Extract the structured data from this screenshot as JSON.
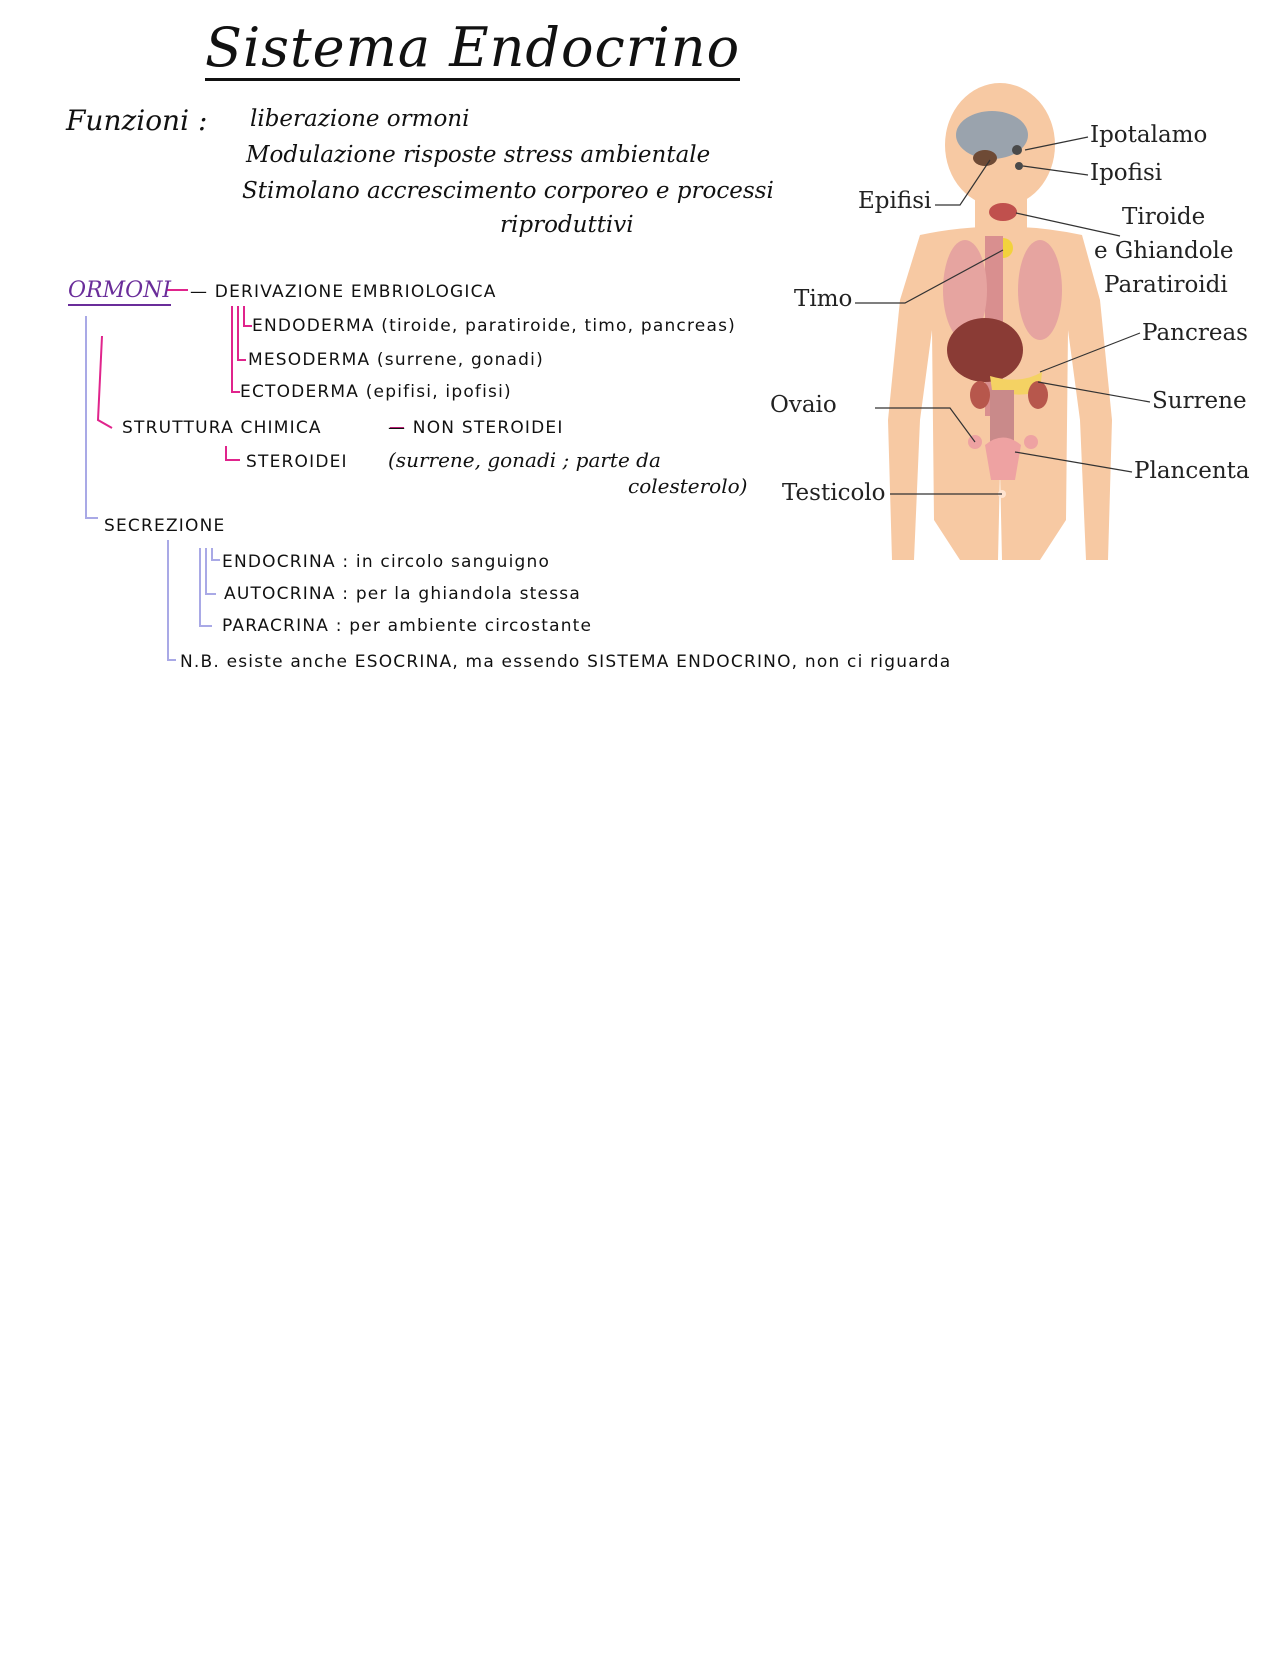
{
  "title": "Sistema Endocrino",
  "funzioni": {
    "label": "Funzioni :",
    "items": [
      "liberazione ormoni",
      "Modulazione risposte stress ambientale",
      "Stimolano accrescimento corporeo e processi",
      "riproduttivi"
    ]
  },
  "ormoni": {
    "label": "ORMONI",
    "derivazione": {
      "label": "— DERIVAZIONE EMBRIOLOGICA",
      "items": [
        "ENDODERMA (tiroide, paratiroide, timo, pancreas)",
        "MESODERMA (surrene, gonadi)",
        "ECTODERMA (epifisi, ipofisi)"
      ]
    },
    "struttura": {
      "label": "STRUTTURA CHIMICA",
      "non_steroidei": "— NON STEROIDEI",
      "steroidei_label": "STEROIDEI",
      "steroidei_note": "(surrene, gonadi ; parte da",
      "steroidei_note2": "colesterolo)"
    },
    "secrezione": {
      "label": "SECREZIONE",
      "items": [
        "ENDOCRINA : in circolo sanguigno",
        "AUTOCRINA : per la ghiandola stessa",
        "PARACRINA : per ambiente circostante"
      ],
      "nb": "N.B. esiste anche ESOCRINA, ma essendo SISTEMA ENDOCRINO, non ci riguarda"
    }
  },
  "figure": {
    "labels": {
      "ipotalamo": "Ipotalamo",
      "ipofisi": "Ipofisi",
      "epifisi": "Epifisi",
      "tiroide": "Tiroide",
      "ghiandole": "e Ghiandole",
      "paratiroidi": "Paratiroidi",
      "timo": "Timo",
      "pancreas": "Pancreas",
      "surrene": "Surrene",
      "ovaio": "Ovaio",
      "plancenta": "Plancenta",
      "testicolo": "Testicolo"
    }
  },
  "colors": {
    "ink": "#111111",
    "accent_pink": "#e0248c",
    "accent_lavender": "#a9a9e6",
    "accent_purple": "#6a2d9a",
    "skin": "#f7c9a3"
  }
}
